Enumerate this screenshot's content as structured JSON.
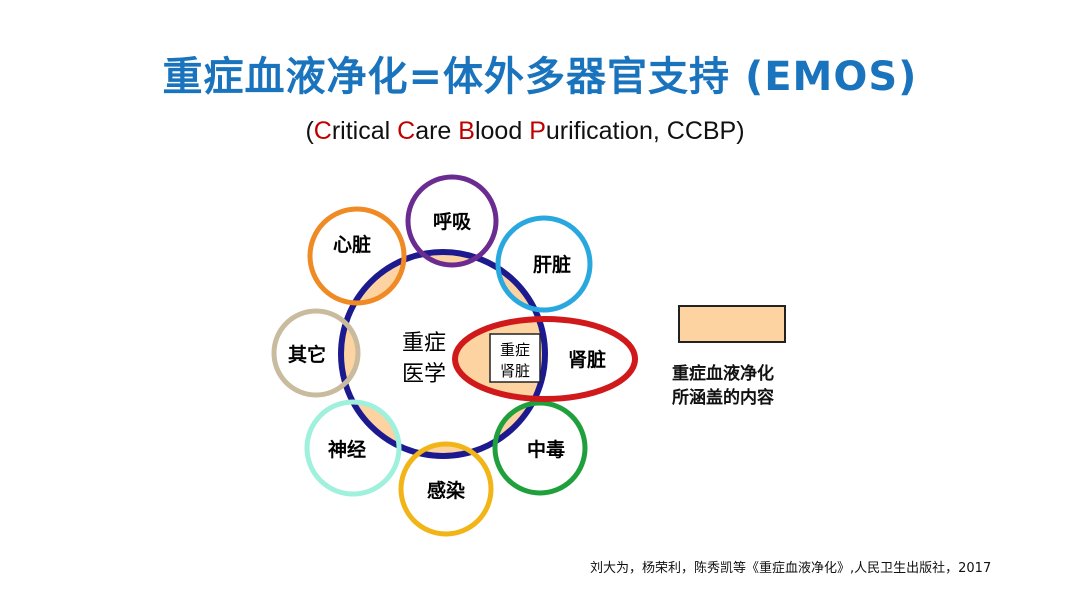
{
  "slide": {
    "title": "重症血液净化=体外多器官支持 (EMOS)",
    "subtitle": {
      "open": "(",
      "w1_initial": "C",
      "w1_rest": "ritical ",
      "w2_initial": "C",
      "w2_rest": "are ",
      "w3_initial": "B",
      "w3_rest": "lood ",
      "w4_initial": "P",
      "w4_rest": "urification, CCBP)"
    },
    "citation": "刘大为，杨荣利，陈秀凯等《重症血液净化》,人民卫生出版社，2017"
  },
  "diagram": {
    "center_label_1": "重症",
    "center_label_2": "医学",
    "nodes": [
      {
        "label": "呼吸",
        "color": "#6a2c91"
      },
      {
        "label": "肝脏",
        "color": "#29a8e0"
      },
      {
        "label": "肾脏",
        "color": "#d0191b"
      },
      {
        "label": "中毒",
        "color": "#1fa03c"
      },
      {
        "label": "感染",
        "color": "#f2b517"
      },
      {
        "label": "神经",
        "color": "#9ff0dc"
      },
      {
        "label": "其它",
        "color": "#c9bb9e"
      },
      {
        "label": "心脏",
        "color": "#f08a24"
      }
    ],
    "inner_box_label_1": "重症",
    "inner_box_label_2": "肾脏",
    "main_circle_color": "#1d1a8f",
    "fill_color": "#fcd3a1",
    "legend_label_1": "重症血液净化",
    "legend_label_2": "所涵盖的内容"
  }
}
